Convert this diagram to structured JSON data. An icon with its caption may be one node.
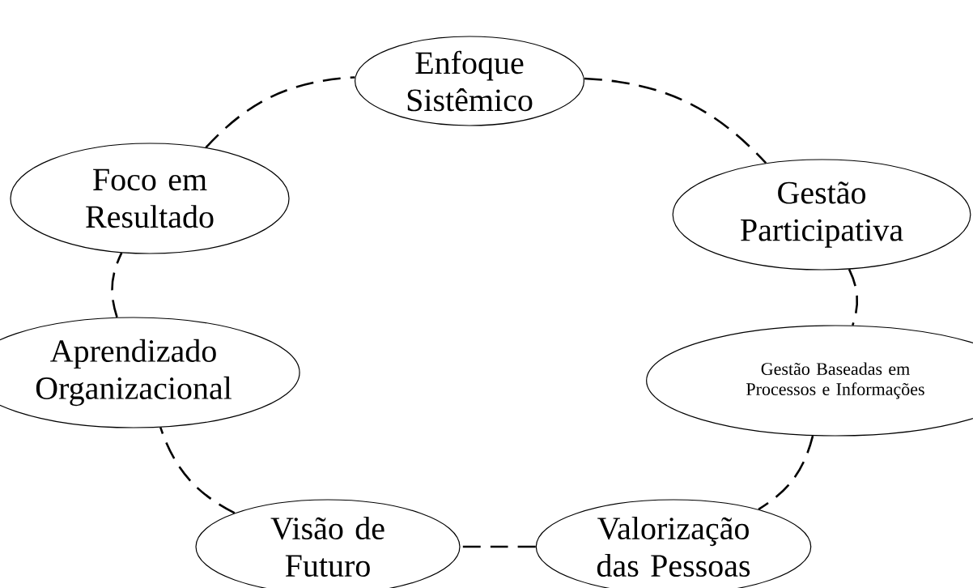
{
  "diagram": {
    "nodes": [
      {
        "text": [
          "Enfoque Sistêmico"
        ]
      },
      {
        "text": [
          "Gestão Participativa"
        ]
      },
      {
        "text": [
          "Gestão Baseadas em Processos e Informações"
        ]
      },
      {
        "text": [
          "Valorização das Pessoas"
        ]
      },
      {
        "text": [
          "Visão de Futuro"
        ]
      },
      {
        "text": [
          "Aprendizado Organizacional"
        ]
      },
      {
        "text": [
          "Foco em Resultado"
        ]
      }
    ],
    "edges": [
      {
        "from": 0,
        "to": 1,
        "arrow": "none",
        "style": "dashed"
      },
      {
        "from": 1,
        "to": 2,
        "arrow": "none",
        "style": "dashed"
      },
      {
        "from": 2,
        "to": 3,
        "arrow": "none",
        "style": "dashed"
      },
      {
        "from": 3,
        "to": 4,
        "arrow": "none",
        "style": "dashed"
      },
      {
        "from": 4,
        "to": 5,
        "arrow": "none",
        "style": "dashed"
      },
      {
        "from": 5,
        "to": 6,
        "arrow": "none",
        "style": "dashed"
      },
      {
        "from": 6,
        "to": 0,
        "arrow": "none",
        "style": "dashed"
      }
    ]
  }
}
